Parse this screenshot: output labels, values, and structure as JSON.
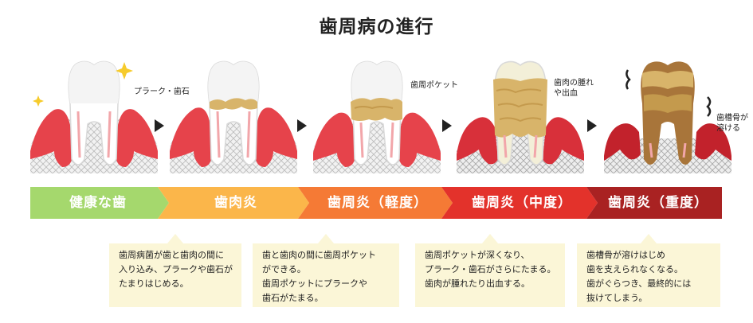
{
  "title": "歯周病の進行",
  "annotations": {
    "plaque_tartar": "プラーク・歯石",
    "periodontal_pocket": "歯周ポケット",
    "gum_swelling_line1": "歯肉の腫れ",
    "gum_swelling_line2": "や出血",
    "bone_melting_line1": "歯槽骨が",
    "bone_melting_line2": "溶ける"
  },
  "stages": [
    {
      "label": "健康な歯",
      "color": "#a5d86d"
    },
    {
      "label": "歯肉炎",
      "color": "#fbb64a"
    },
    {
      "label": "歯周炎（軽度）",
      "color": "#f57a35"
    },
    {
      "label": "歯周炎（中度）",
      "color": "#e3322b"
    },
    {
      "label": "歯周炎（重度）",
      "color": "#a92222"
    }
  ],
  "notes": [
    {
      "lines": [
        "歯周病菌が歯と歯肉の間に",
        "入り込み、プラークや歯石が",
        "たまりはじめる。"
      ]
    },
    {
      "lines": [
        "歯と歯肉の間に歯周ポケット",
        "ができる。",
        "歯周ポケットにプラークや",
        "歯石がたまる。"
      ]
    },
    {
      "lines": [
        "歯周ポケットが深くなり、",
        "プラーク・歯石がさらにたまる。",
        "歯肉が腫れたり出血する。"
      ]
    },
    {
      "lines": [
        "歯槽骨が溶けはじめ",
        "歯を支えられなくなる。",
        "歯がぐらつき、最終的には",
        "抜けてしまう。"
      ]
    }
  ]
}
